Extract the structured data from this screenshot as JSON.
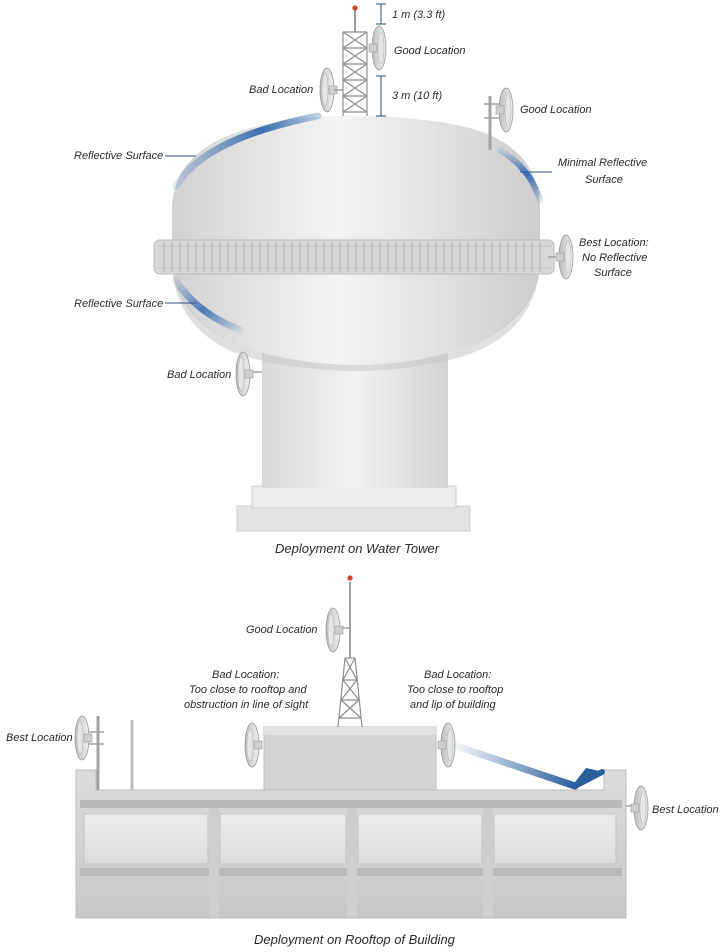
{
  "tower": {
    "caption": "Deployment on Water Tower",
    "dim_top": "1 m (3.3 ft)",
    "dim_bottom": "3 m (10 ft)",
    "good_location_mast": "Good Location",
    "bad_location_mast": "Bad Location",
    "good_location_pole": "Good Location",
    "reflective_surface_upper": "Reflective Surface",
    "minimal_reflective": [
      "Minimal Reflective",
      "Surface"
    ],
    "best_location": [
      "Best Location:",
      "No Reflective",
      "Surface"
    ],
    "reflective_surface_lower": "Reflective Surface",
    "bad_location_stem": "Bad Location"
  },
  "rooftop": {
    "caption": "Deployment on Rooftop of Building",
    "good_location": "Good Location",
    "bad_location_left": [
      "Bad Location:",
      "Too close to rooftop and",
      "obstruction in line of sight"
    ],
    "bad_location_right": [
      "Bad Location:",
      "Too close to rooftop",
      "and lip of building"
    ],
    "best_location_left": "Best Location",
    "best_location_right": "Best Location"
  },
  "colors": {
    "reflection_blue": "#3b6fb0",
    "arrow_blue": "#2b5f9e",
    "structure_gray": "#d6d6d6",
    "beacon_red": "#d8432b"
  }
}
